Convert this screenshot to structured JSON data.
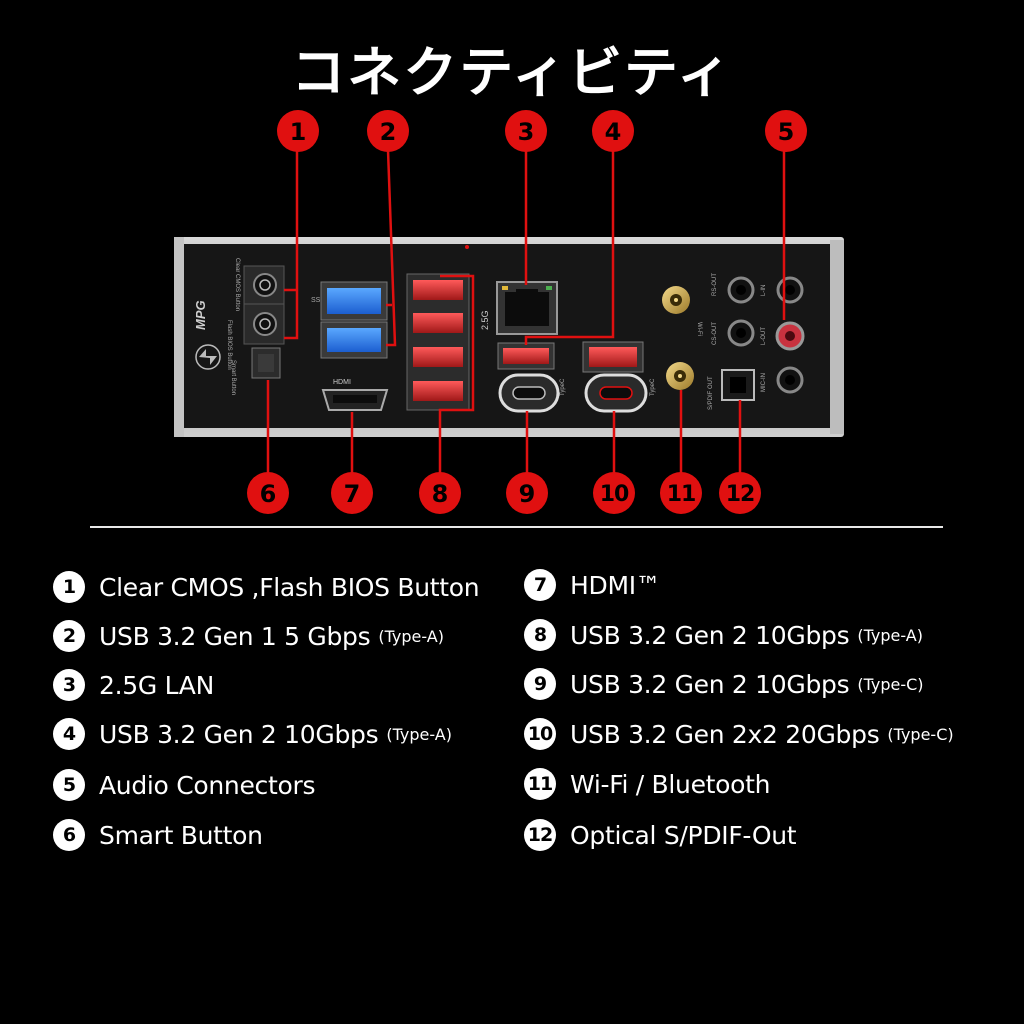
{
  "title": "コネクティビティ",
  "colors": {
    "background": "#000000",
    "callout": "#e01010",
    "panel": "#151515",
    "usb3_blue": "#2a7fff",
    "usb_red": "#d02a2a"
  },
  "panel": {
    "brand_logo": "MPG",
    "button_labels": [
      "Clear CMOS Button",
      "Flash BIOS Button",
      "Smart Button"
    ],
    "lan_label": "2.5G",
    "hdmi_label": "HDMI",
    "ss_label": "SS",
    "typec_label": "TypeC",
    "spdif_label": "S/PDIF OUT",
    "audio_labels": [
      "RS-OUT",
      "L-IN",
      "CS-OUT",
      "L-OUT",
      "MIC-IN"
    ],
    "wifi_label": "Wi-Fi"
  },
  "callouts_top": [
    "1",
    "2",
    "3",
    "4",
    "5"
  ],
  "callouts_bottom": [
    "6",
    "7",
    "8",
    "9",
    "10",
    "11",
    "12"
  ],
  "legend_left": [
    {
      "num": "1",
      "label": "Clear CMOS ,Flash BIOS Button",
      "sub": ""
    },
    {
      "num": "2",
      "label": "USB 3.2 Gen 1 5 Gbps",
      "sub": "(Type-A)"
    },
    {
      "num": "3",
      "label": "2.5G LAN",
      "sub": ""
    },
    {
      "num": "4",
      "label": "USB 3.2 Gen 2 10Gbps",
      "sub": "(Type-A)"
    },
    {
      "num": "5",
      "label": "Audio Connectors",
      "sub": ""
    },
    {
      "num": "6",
      "label": "Smart Button",
      "sub": ""
    }
  ],
  "legend_right": [
    {
      "num": "7",
      "label": "HDMI™",
      "sub": ""
    },
    {
      "num": "8",
      "label": "USB 3.2 Gen 2 10Gbps",
      "sub": "(Type-A)"
    },
    {
      "num": "9",
      "label": "USB 3.2 Gen 2 10Gbps",
      "sub": "(Type-C)"
    },
    {
      "num": "10",
      "label": "USB 3.2 Gen 2x2 20Gbps",
      "sub": "(Type-C)"
    },
    {
      "num": "11",
      "label": "Wi-Fi / Bluetooth",
      "sub": ""
    },
    {
      "num": "12",
      "label": "Optical S/PDIF-Out",
      "sub": ""
    }
  ]
}
